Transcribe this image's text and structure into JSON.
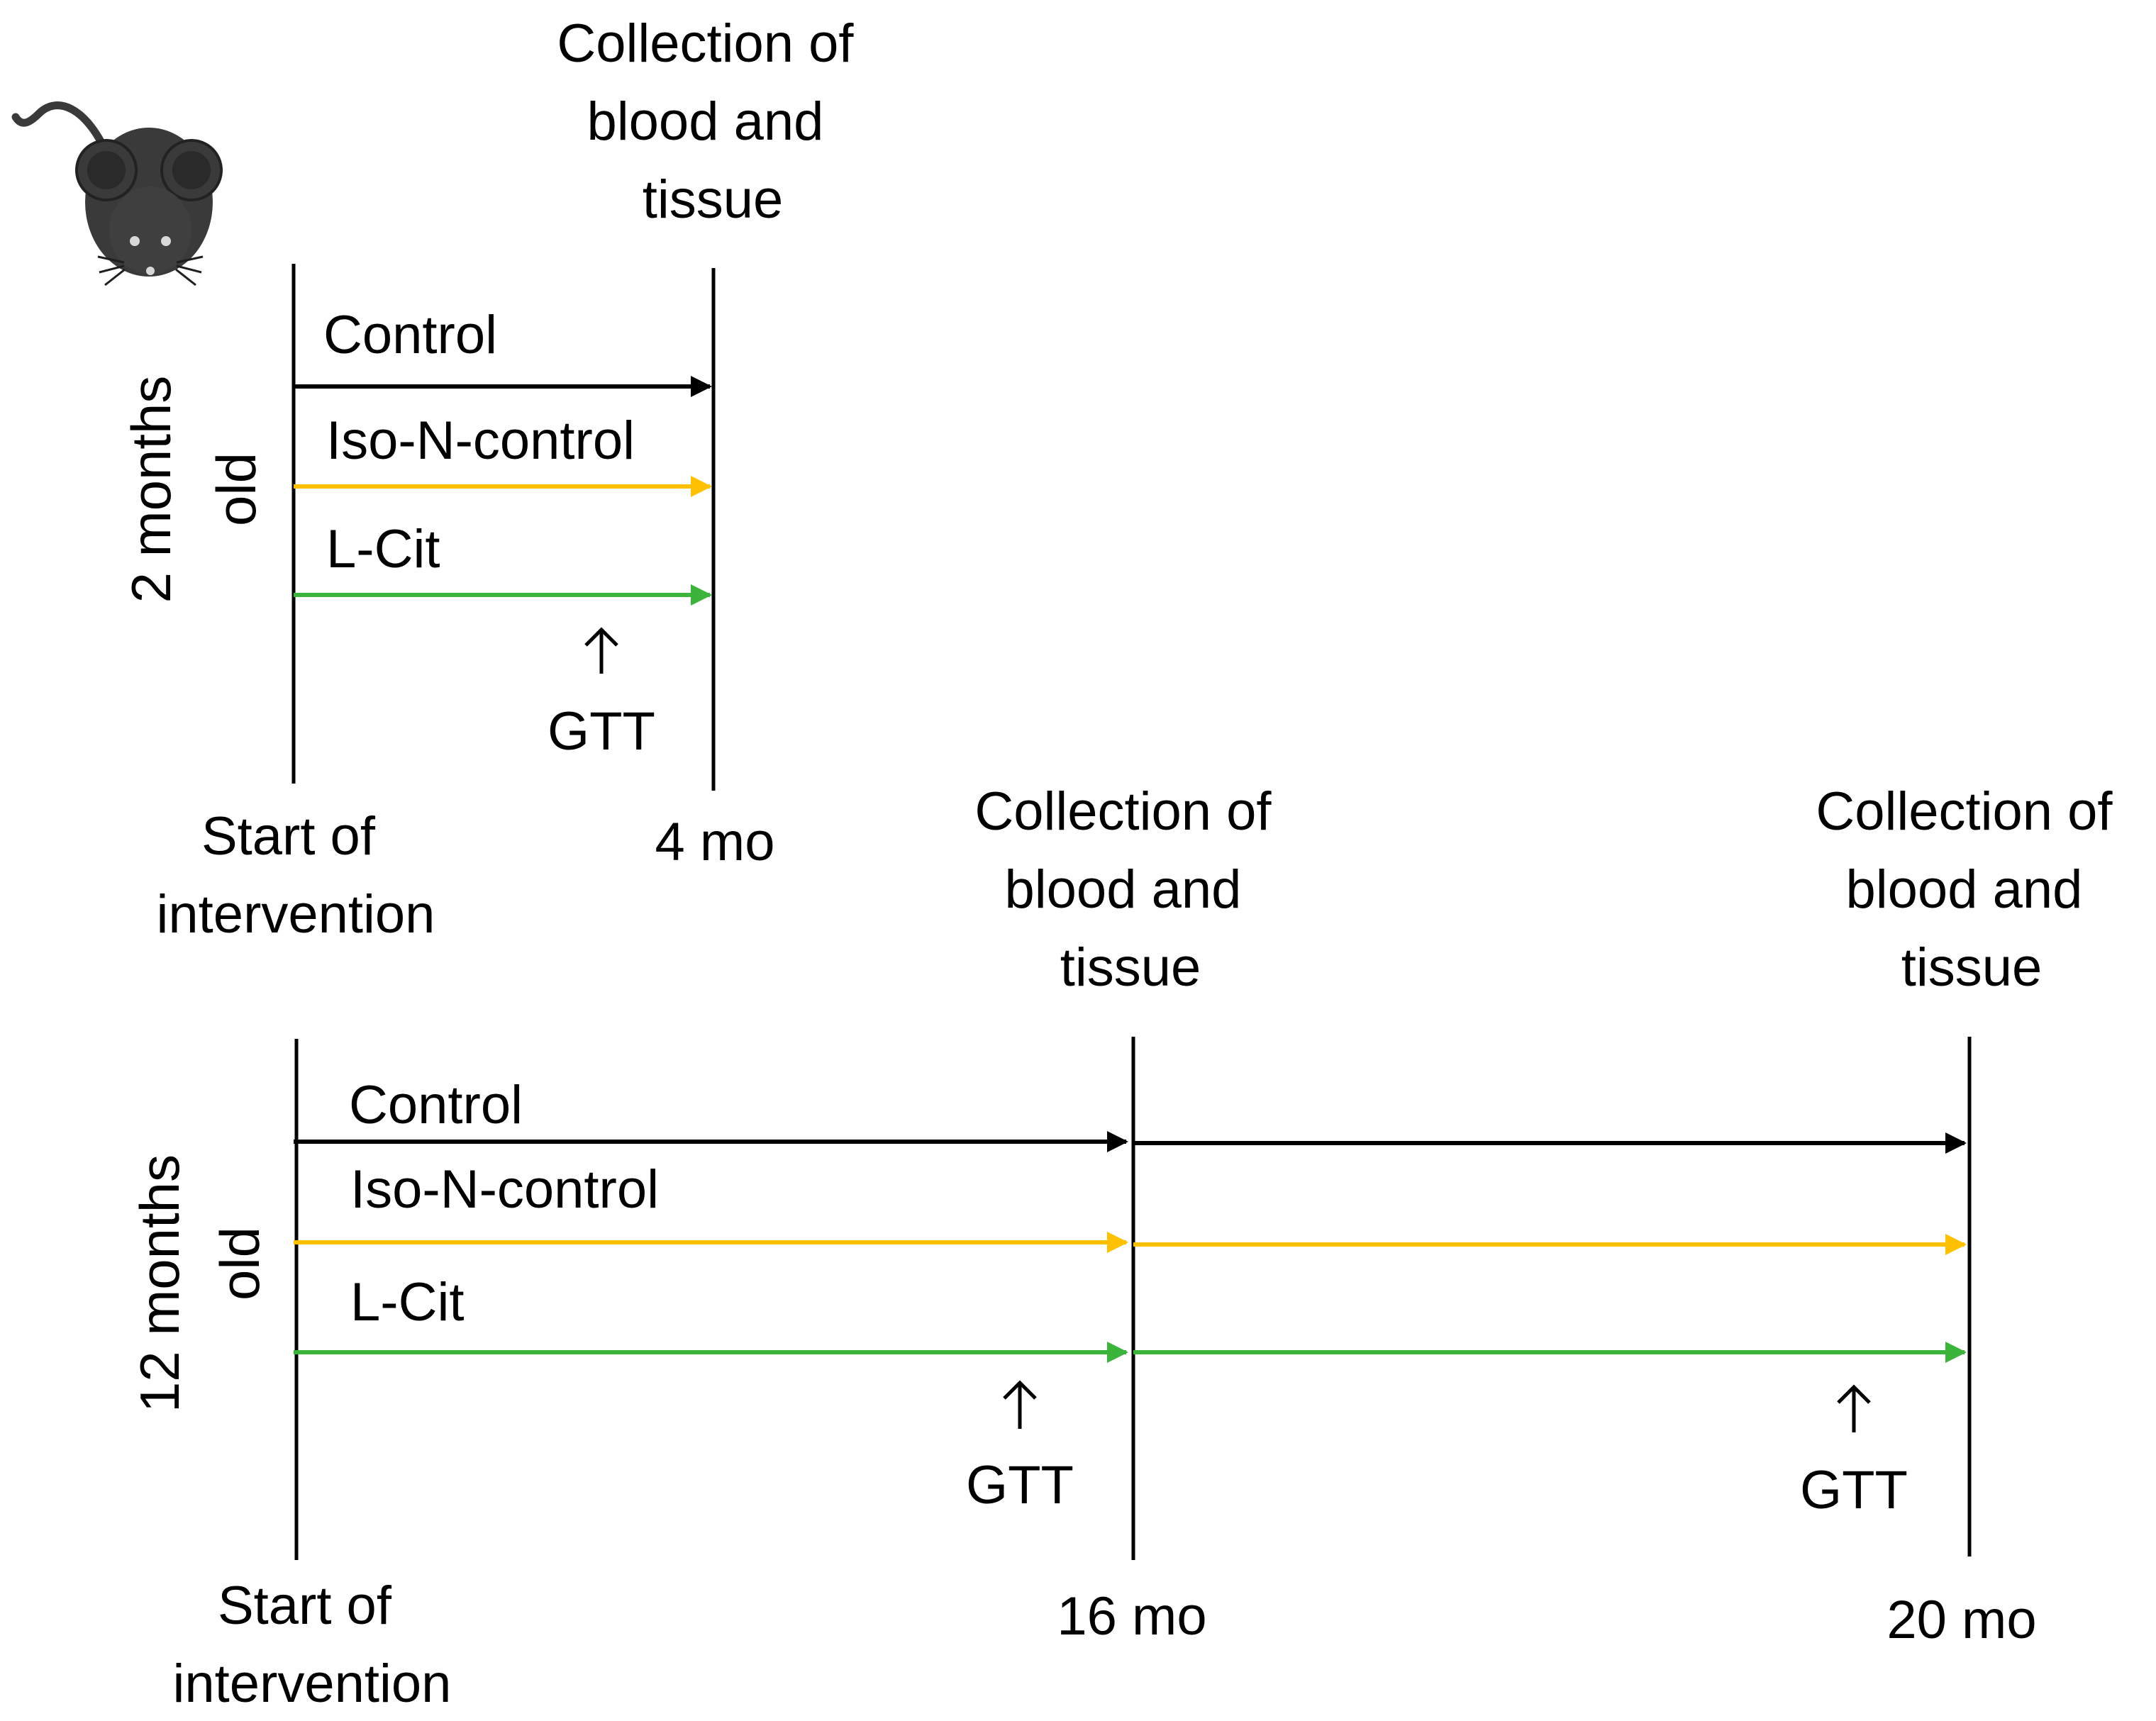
{
  "colors": {
    "control": "#000000",
    "iso_n_control": "#FFC000",
    "l_cit": "#3CB43C",
    "mouse_body": "#3A3A3A"
  },
  "icons": {
    "mouse": "mouse-icon",
    "gtt_arrow": "up-arrow-icon"
  },
  "panel_a": {
    "age_line1": "2 months",
    "age_line2": "old",
    "collection": [
      "Collection of",
      "blood and",
      "tissue"
    ],
    "groups": [
      "Control",
      "Iso-N-control",
      "L-Cit"
    ],
    "gtt_label": "GTT",
    "start_label": [
      "Start of",
      "intervention"
    ],
    "end_label": "4 mo"
  },
  "panel_b": {
    "age_line1": "12 months",
    "age_line2": "old",
    "collection_1": [
      "Collection of",
      "blood and",
      "tissue"
    ],
    "collection_2": [
      "Collection of",
      "blood and",
      "tissue"
    ],
    "groups": [
      "Control",
      "Iso-N-control",
      "L-Cit"
    ],
    "gtt_label_1": "GTT",
    "gtt_label_2": "GTT",
    "start_label": [
      "Start of",
      "intervention"
    ],
    "mid_label": "16 mo",
    "end_label": "20 mo"
  }
}
